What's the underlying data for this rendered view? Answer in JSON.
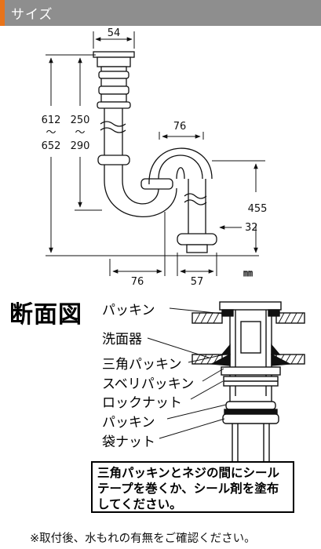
{
  "header": {
    "title": "サイズ",
    "accent_color": "#e8731a",
    "bar_color": "#8e8e8e"
  },
  "dimensions": {
    "top_width": "54",
    "total_height_top": "612",
    "total_height_tilde": "～",
    "total_height_bottom": "652",
    "trap_height_top": "250",
    "trap_height_tilde": "～",
    "trap_height_bottom": "290",
    "trap_offset": "76",
    "outlet_height": "455",
    "outlet_outer": "32",
    "base_offset": "76",
    "base_width": "57",
    "unit": "㎜"
  },
  "section": {
    "title": "断面図",
    "parts": [
      "パッキン",
      "洗面器",
      "三角パッキン",
      "スベリパッキン",
      "ロックナット",
      "パッキン",
      "袋ナット"
    ]
  },
  "note": {
    "text": "三角パッキンとネジの間にシールテープを巻くか、シール剤を塗布してください。"
  },
  "footer": {
    "text": "※取付後、水もれの有無をご確認ください。"
  }
}
